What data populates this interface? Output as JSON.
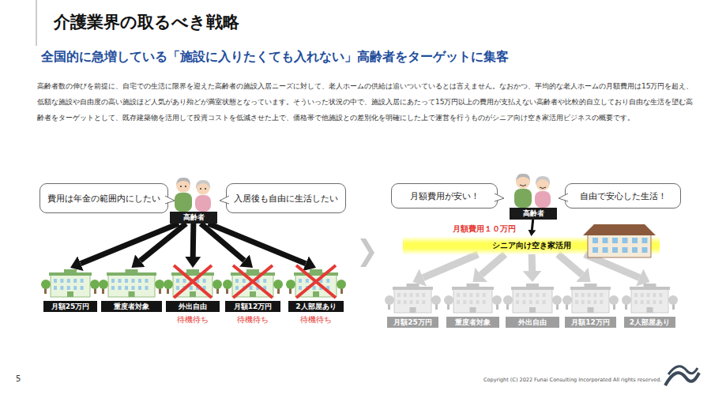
{
  "diagram": {
    "title": "介護業界の取るべき戦略",
    "nodes": [
      {
        "text": [
          "費用は年金の範囲内にしたい"
        ]
      },
      {
        "text": [
          "入居後も自由に生活したい"
        ]
      },
      {
        "text": [
          "高齢者"
        ]
      },
      {
        "text": [
          "月額25万円"
        ]
      },
      {
        "text": [
          "重度者対象"
        ]
      },
      {
        "text": [
          "外出自由"
        ]
      },
      {
        "text": [
          "月額12万円"
        ]
      },
      {
        "text": [
          "2人部屋あり"
        ]
      },
      {
        "text": [
          "月額費用が安い！"
        ]
      },
      {
        "text": [
          "自由で安心した生活！"
        ]
      },
      {
        "text": [
          "高齢者"
        ]
      },
      {
        "text": [
          "シニア向け空き家活用"
        ]
      },
      {
        "text": [
          "月額25万円"
        ]
      },
      {
        "text": [
          "重度者対象"
        ]
      },
      {
        "text": [
          "外出自由"
        ]
      },
      {
        "text": [
          "月額12万円"
        ]
      },
      {
        "text": [
          "2人部屋あり"
        ]
      }
    ],
    "edges": [
      {
        "from": 2,
        "to": 3,
        "arrow": "to"
      },
      {
        "from": 2,
        "to": 4,
        "arrow": "to"
      },
      {
        "from": 2,
        "to": 5,
        "arrow": "to"
      },
      {
        "from": 2,
        "to": 6,
        "arrow": "to"
      },
      {
        "from": 2,
        "to": 7,
        "arrow": "to"
      },
      {
        "from": 10,
        "to": 11,
        "arrow": "to"
      },
      {
        "from": 11,
        "to": 12,
        "arrow": "to"
      },
      {
        "from": 11,
        "to": 13,
        "arrow": "to"
      },
      {
        "from": 11,
        "to": 14,
        "arrow": "to"
      },
      {
        "from": 11,
        "to": 15,
        "arrow": "to"
      },
      {
        "from": 11,
        "to": 16,
        "arrow": "to"
      }
    ],
    "labels": [
      "全国的に急増している「施設に入りたくても入れない」高齢者をターゲットに集客",
      "高齢者数の伸びを前提に、自宅での生活に限界を迎えた高齢者の施設入居ニーズに対して、老人ホームの供給は追いついているとは言えません。なおかつ、平均的な老人ホームの月額費用は15万円を超え、低額な施設や自由度の高い施設ほど人気があり殆どが満室状態となっています。そういった状況の中で、施設入居にあたって15万円以上の費用が支払えない高齢者や比較的自立しており自由な生活を望む高齢者をターゲットとして、既存建築物を活用して投資コストを低減させた上で、価格帯で他施設との差別化を明確にした上で運営を行うものがシニア向け空き家活用ビジネスの概要です。",
      "待機待ち",
      "待機待ち",
      "待機待ち",
      "月額費用１０万円",
      "5",
      "Copyright (C) 2022 Funai Consulting Incorporated All rights reserved."
    ]
  }
}
